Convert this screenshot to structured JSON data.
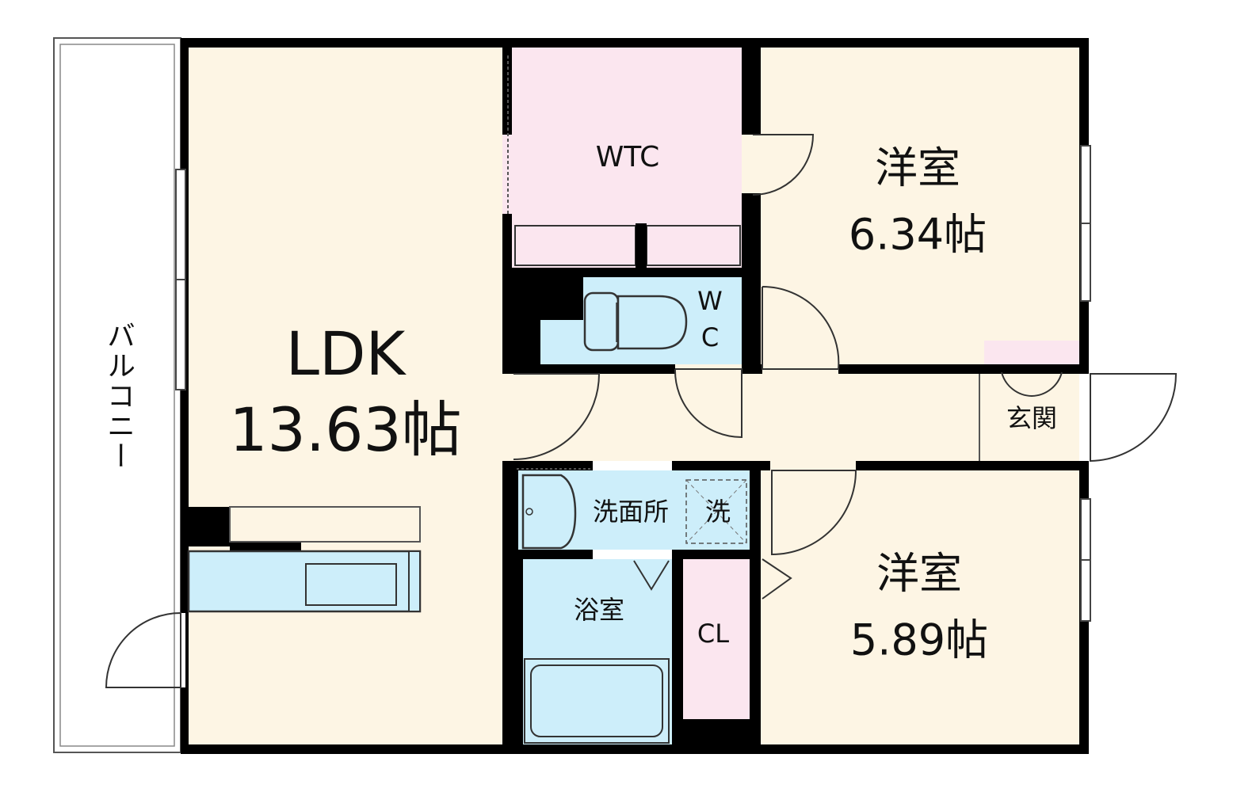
{
  "rooms": {
    "ldk_name": "LDK",
    "ldk_size": "13.63帖",
    "wtc": "WTC",
    "western1_name": "洋室",
    "western1_size": "6.34帖",
    "western2_name": "洋室",
    "western2_size": "5.89帖",
    "wc_w": "W",
    "wc_c": "C",
    "entrance": "玄関",
    "washroom": "洗面所",
    "washer": "洗",
    "bath": "浴室",
    "closet": "CL",
    "balcony": "バルコニー"
  },
  "colors": {
    "wall": "#000000",
    "floor_beige": "#fdf5e4",
    "storage_pink": "#fbe6ef",
    "wet_blue": "#cdeefa",
    "balcony_fill": "#ffffff"
  }
}
